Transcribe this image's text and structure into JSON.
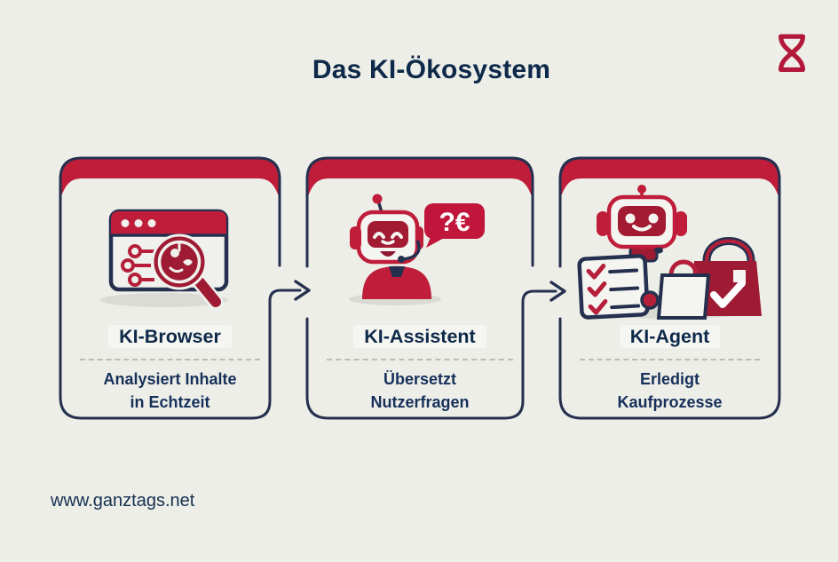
{
  "page": {
    "title": "Das KI-Ökosystem",
    "footer_url": "www.ganztags.net"
  },
  "colors": {
    "background": "#edeee8",
    "navy_border": "#25304e",
    "heading_navy": "#0e2949",
    "text_navy": "#16305a",
    "primary_red": "#c01d3a",
    "deep_red": "#9e1b33",
    "logo_red": "#b3173a",
    "shadow_gray": "#dadbd4",
    "dash_gray": "#b9bdb5"
  },
  "logo": {
    "icon": "hourglass-logo-icon"
  },
  "flow": {
    "arrows": [
      {
        "from": "KI-Browser",
        "to": "KI-Assistent"
      },
      {
        "from": "KI-Assistent",
        "to": "KI-Agent"
      }
    ]
  },
  "cards": [
    {
      "title": "KI-Browser",
      "description_line1": "Analysiert Inhalte",
      "description_line2": "in Echtzeit",
      "icon": "browser-analysis-icon"
    },
    {
      "title": "KI-Assistent",
      "description_line1": "Übersetzt",
      "description_line2": "Nutzerfragen",
      "icon": "chatbot-headset-icon",
      "bubble_text": "?€"
    },
    {
      "title": "KI-Agent",
      "description_line1": "Erledigt",
      "description_line2": "Kaufprozesse",
      "icon": "shopping-agent-icon"
    }
  ]
}
